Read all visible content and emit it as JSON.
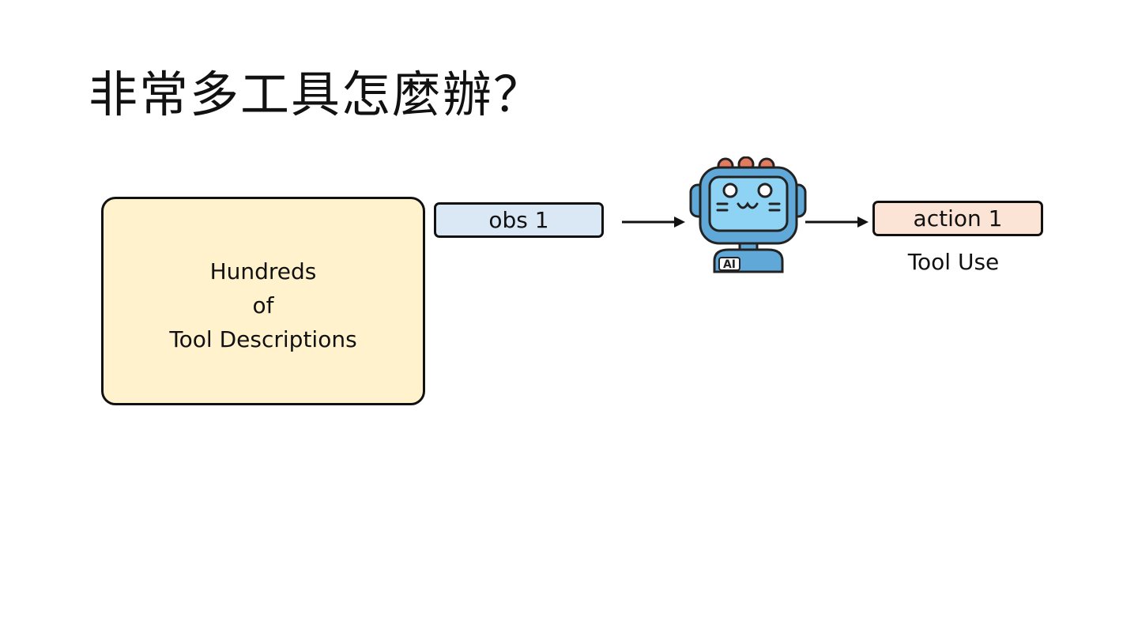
{
  "slide": {
    "title": "非常多工具怎麼辦？"
  },
  "diagram": {
    "tools_box": {
      "lines": [
        "Hundreds",
        "of",
        "Tool Descriptions"
      ]
    },
    "observation_label": "obs 1",
    "action_label": "action 1",
    "action_caption": "Tool Use",
    "robot_badge": "AI"
  },
  "colors": {
    "tools_box_fill": "#fff2cc",
    "observation_fill": "#dae8f5",
    "action_fill": "#fbe3d6",
    "robot_screen": "#8fd3f4",
    "robot_frame": "#5fa8d8",
    "robot_bulbs": "#e27b5f"
  },
  "icons": {
    "robot": "ai-robot-icon"
  }
}
